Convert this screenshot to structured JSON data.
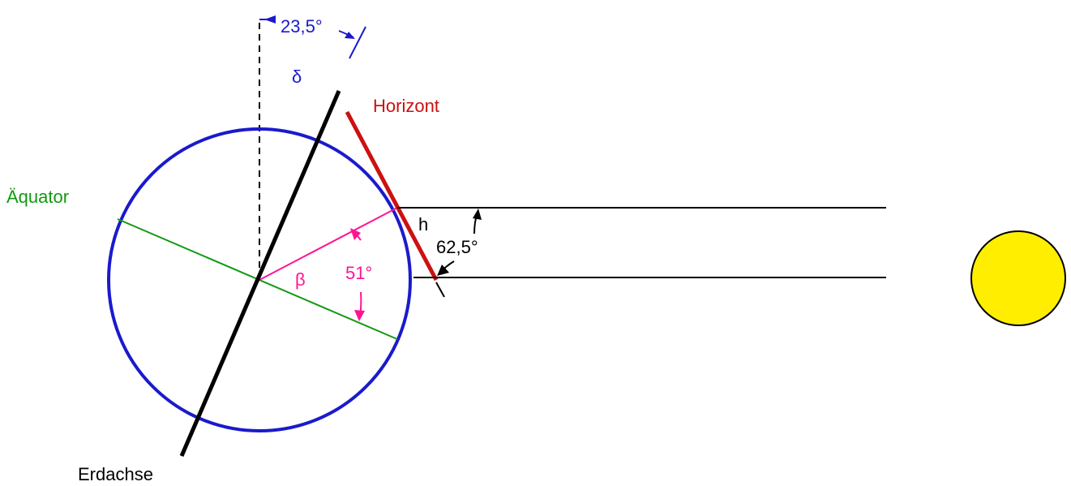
{
  "labels": {
    "tilt_angle": "23,5°",
    "delta": "δ",
    "horizon": "Horizont",
    "equator": "Äquator",
    "height": "h",
    "sun_angle": "62,5°",
    "beta": "β",
    "latitude_angle": "51°",
    "earth_axis": "Erdachse"
  },
  "colors": {
    "circle": "#1a1acc",
    "horizon": "#cc1111",
    "equator": "#119911",
    "beta": "#ff1493",
    "sun": "#ffee00",
    "axis": "#000000",
    "tilt": "#1a1acc"
  },
  "icons": {
    "sun": "sun-icon"
  }
}
